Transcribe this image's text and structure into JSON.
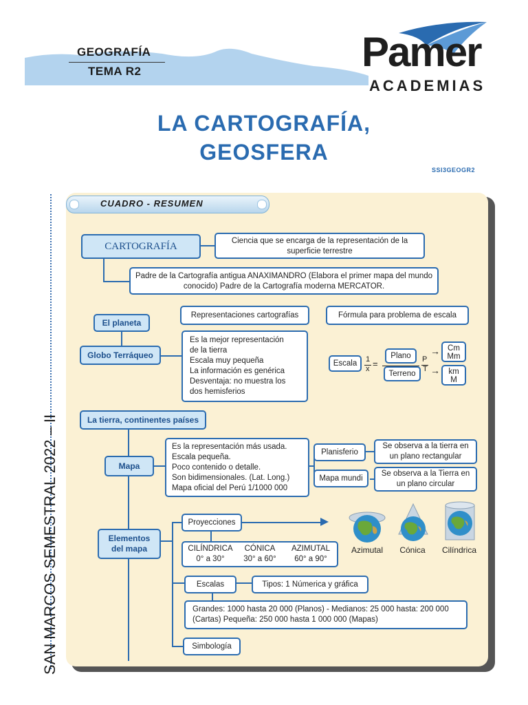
{
  "header": {
    "subject": "GEOGRAFÍA",
    "topic": "TEMA R2",
    "brand_name": "Pamer",
    "brand_sub": "ACADEMIAS"
  },
  "title": {
    "line1": "LA CARTOGRAFÍA,",
    "line2": "GEOSFERA"
  },
  "doc_code": "SSI3GEOGR2",
  "side_label": "SAN MARCOS SEMESTRAL 2022 – II",
  "banner": "CUADRO - RESUMEN",
  "cartografia": {
    "label": "CARTOGRAFÍA",
    "definition": "Ciencia que se encarga de la representación de la superficie terrestre",
    "fathers": "Padre de la Cartografía antigua ANAXIMANDRO (Elabora el primer mapa del mundo conocido) Padre de la Cartografía moderna MERCATOR."
  },
  "planeta": {
    "label": "El planeta",
    "globo": "Globo Terráqueo",
    "representaciones": "Representaciones cartografías",
    "globo_items": [
      "Es la mejor representación",
      "de la tierra",
      "Escala muy pequeña",
      "La información es genérica",
      "Desventaja: no muestra los",
      "dos hemisferios"
    ]
  },
  "formula": {
    "title": "Fórmula para problema de escala",
    "escala": "Escala",
    "num": "1",
    "den": "x",
    "plano": "Plano",
    "terreno": "Terreno",
    "p": "P",
    "t": "T",
    "eq": "=",
    "arrow": "→",
    "unit_top_1": "Cm",
    "unit_top_2": "Mm",
    "unit_bot_1": "km",
    "unit_bot_2": "M"
  },
  "tierra": {
    "label": "La tierra, continentes países",
    "mapa": "Mapa",
    "mapa_items": [
      "Es la representación más usada.",
      "Escala pequeña.",
      "Poco contenido o detalle.",
      "Son bidimensionales. (Lat. Long.)",
      "Mapa oficial del Perú 1/1000 000"
    ],
    "planisferio": "Planisferio",
    "planisferio_desc": "Se observa a la tierra en un plano rectangular",
    "mapamundi": "Mapa mundi",
    "mapamundi_desc": "Se observa a la Tierra en un plano circular"
  },
  "elementos": {
    "label_1": "Elementos",
    "label_2": "del mapa",
    "proyecciones": "Proyecciones",
    "proj_types": [
      {
        "name": "CILÍNDRICA",
        "range": "0° a 30°"
      },
      {
        "name": "CÓNICA",
        "range": "30° a 60°"
      },
      {
        "name": "AZIMUTAL",
        "range": "60° a 90°"
      }
    ],
    "globe_labels": [
      "Azimutal",
      "Cónica",
      "Cilíndrica"
    ],
    "escalas": "Escalas",
    "tipos": "Tipos: 1 Númerica y gráfica",
    "escalas_desc": "Grandes: 1000 hasta 20 000 (Planos) - Medianos: 25 000 hasta: 200 000 (Cartas) Pequeña: 250 000 hasta 1 000 000 (Mapas)",
    "simbologia": "Simbología"
  },
  "colors": {
    "accent": "#2a6bb0",
    "panel": "#fbf1d4",
    "pill": "#cfe6f6"
  }
}
